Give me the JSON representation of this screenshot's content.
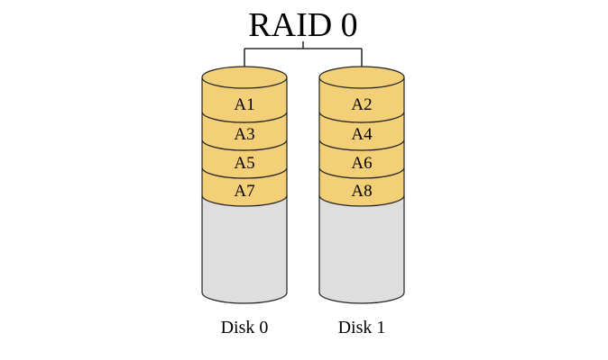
{
  "title": "RAID 0",
  "colors": {
    "block_fill": "#f3d078",
    "empty_fill": "#dedede",
    "outline": "#222222",
    "connector": "#000000"
  },
  "disks": [
    {
      "label": "Disk 0",
      "blocks": [
        "A1",
        "A3",
        "A5",
        "A7"
      ]
    },
    {
      "label": "Disk 1",
      "blocks": [
        "A2",
        "A4",
        "A6",
        "A8"
      ]
    }
  ]
}
